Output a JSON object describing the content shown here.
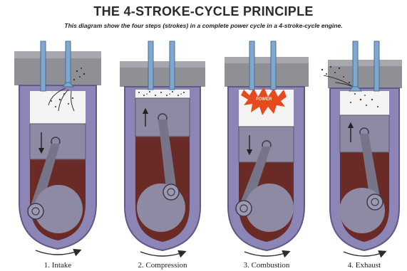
{
  "title": "THE 4-STROKE-CYCLE PRINCIPLE",
  "subtitle": "This diagram show the four steps (strokes) in a complete power cycle in a 4-stroke-cycle engine.",
  "strokes": [
    {
      "label": "1. Intake"
    },
    {
      "label": "2. Compression"
    },
    {
      "label": "3. Combustion",
      "burst_text": "POWER"
    },
    {
      "label": "4. Exhaust"
    }
  ],
  "colors": {
    "head": "#8f8f96",
    "valve": "#7fa7cf",
    "cylinder_wall": "#8b86b5",
    "crankcase_outline": "#7e77b0",
    "crankcase_fill": "#6a2a26",
    "piston": "#8e8aa3",
    "rod": "#77748a",
    "combustion_chamber": "#f4f4f4",
    "burst": "#e84a1f"
  }
}
